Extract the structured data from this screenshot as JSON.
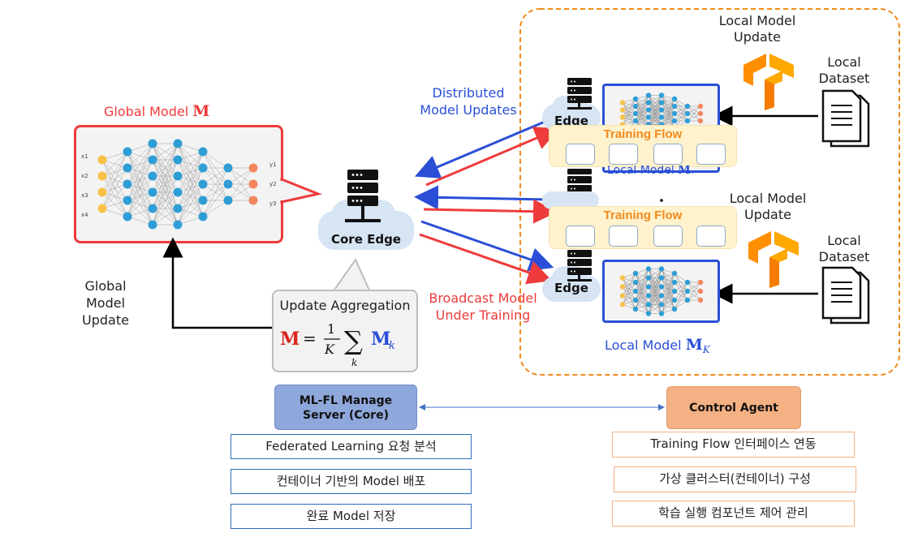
{
  "global_model": {
    "label": "Global Model",
    "symbol": "M",
    "inputs": [
      "x1",
      "x2",
      "x3",
      "x4"
    ],
    "outputs": [
      "y1",
      "y2",
      "y3"
    ]
  },
  "global_model_update": {
    "line1": "Global Model",
    "line2": "Update"
  },
  "core_edge": {
    "label": "Core Edge"
  },
  "aggregation": {
    "title": "Update Aggregation"
  },
  "distributed_updates": {
    "line1": "Distributed",
    "line2": "Model Updates"
  },
  "broadcast": {
    "line1": "Broadcast Model",
    "line2": "Under Training"
  },
  "edge_top": {
    "label": "Edge"
  },
  "edge_bottom": {
    "label": "Edge"
  },
  "training_flow_1": {
    "label": "Training Flow"
  },
  "training_flow_2": {
    "label": "Training Flow"
  },
  "local_model_1": {
    "label": "Local Model",
    "symbol": "M",
    "subscript": "1"
  },
  "local_model_k": {
    "label": "Local Model",
    "symbol": "M",
    "subscript": "K"
  },
  "local_model_update_1": {
    "line1": "Local Model",
    "line2": "Update"
  },
  "local_model_update_2": {
    "line1": "Local Model",
    "line2": "Update"
  },
  "local_dataset_1": {
    "line1": "Local",
    "line2": "Dataset"
  },
  "local_dataset_2": {
    "line1": "Local",
    "line2": "Dataset"
  },
  "ml_fl_server": {
    "line1": "ML-FL Manage",
    "line2": "Server (Core)"
  },
  "control_agent": {
    "label": "Control Agent"
  },
  "server_tasks": [
    "Federated Learning 요청 분석",
    "컨테이너 기반의 Model 배포",
    "완료 Model 저장"
  ],
  "agent_tasks": [
    "Training Flow 인터페이스 연동",
    "가상 클러스터(컨테이너) 구성",
    "학습 실행 컴포넌트 제어 관리"
  ],
  "colors": {
    "red": "#ee3b3b",
    "blue": "#2a4fd6",
    "orange": "#f28a1e",
    "server_box": "#8fa8dc",
    "agent_box": "#f4b183",
    "flow_box": "#fff2cc"
  }
}
